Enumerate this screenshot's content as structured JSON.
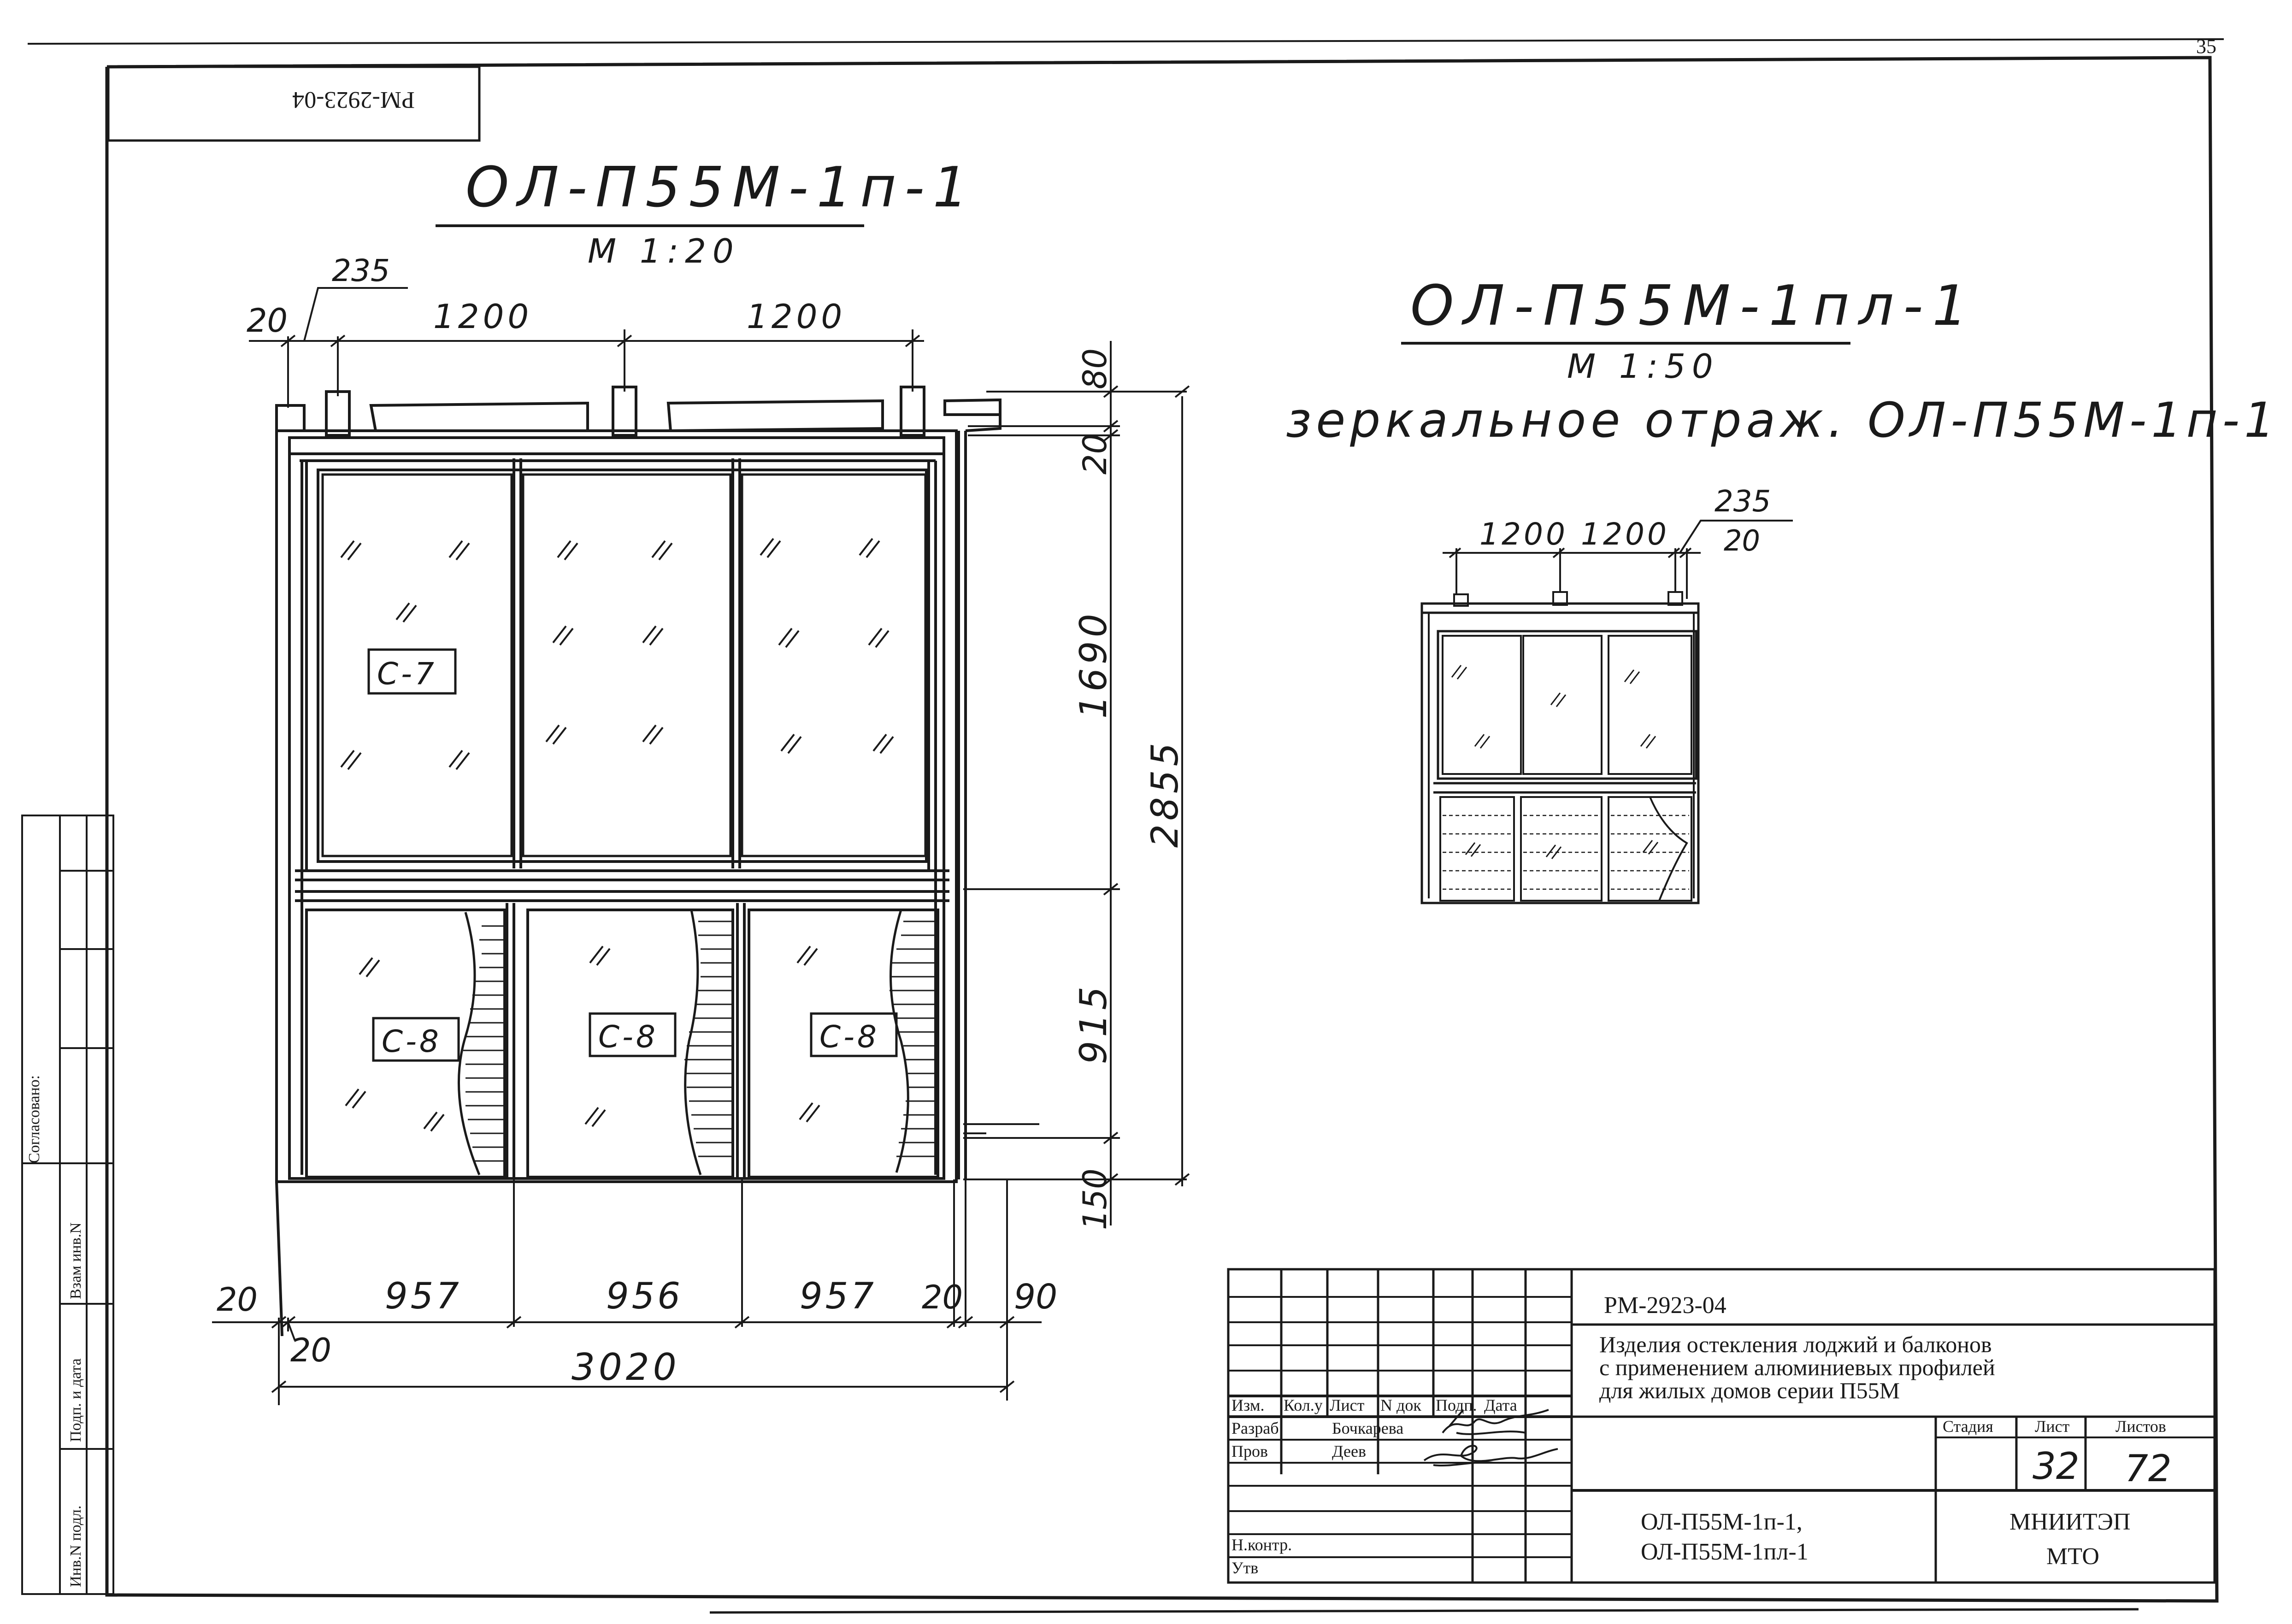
{
  "sheet": {
    "top_right_number": "35",
    "stamp_code": "РМ-2923-04"
  },
  "drawing1": {
    "title": "ОЛ-П55М-1п-1",
    "scale": "М 1:20",
    "dims_top": [
      "20",
      "235",
      "1200",
      "1200"
    ],
    "dims_right": [
      "80",
      "20",
      "1690",
      "2855",
      "915",
      "150"
    ],
    "dims_bottom": [
      "20",
      "957",
      "956",
      "957",
      "20",
      "90",
      "20",
      "3020"
    ],
    "panel_upper": "С-7",
    "panel_lower": [
      "С-8",
      "С-8",
      "С-8"
    ]
  },
  "drawing2": {
    "title": "ОЛ-П55М-1пл-1",
    "scale": "М 1:50",
    "subtitle": "зеркальное отраж. ОЛ-П55М-1п-1",
    "dims_top": [
      "1200",
      "1200",
      "235",
      "20"
    ]
  },
  "side_stamp": {
    "agreed": "Согласовано:",
    "vzam": "Взам инв.N",
    "podp": "Подп. и дата",
    "inv": "Инв.N подл."
  },
  "title_block": {
    "code": "РМ-2923-04",
    "description": [
      "Изделия остекления лоджий и балконов",
      "с применением алюминиевых профилей",
      "для жилых домов серии П55М"
    ],
    "header_cols": [
      "Изм.",
      "Кол.у",
      "Лист",
      "N док",
      "Подп.",
      "Дата"
    ],
    "roles": [
      {
        "role": "Разраб",
        "name": "Бочкарева"
      },
      {
        "role": "Пров",
        "name": "Деев"
      },
      {
        "role": "Н.контр.",
        "name": ""
      },
      {
        "role": "Утв",
        "name": ""
      }
    ],
    "stage_label": "Стадия",
    "sheet_label": "Лист",
    "sheets_label": "Листов",
    "sheet_value": "32",
    "sheets_value": "72",
    "item_names": [
      "ОЛ-П55М-1п-1,",
      "ОЛ-П55М-1пл-1"
    ],
    "org": [
      "МНИИТЭП",
      "МТО"
    ]
  }
}
